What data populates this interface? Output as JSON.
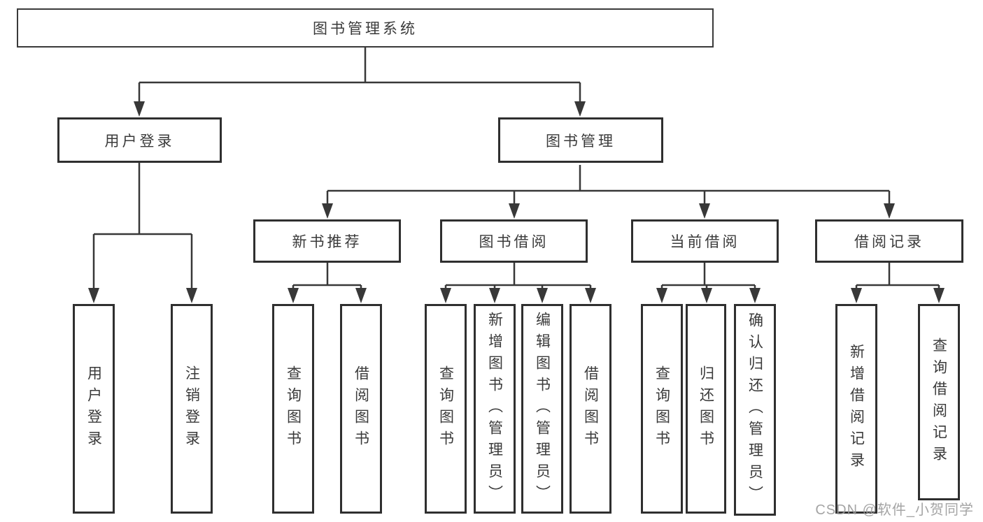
{
  "diagram": {
    "watermark": "CSDN @软件_小贺同学",
    "colors": {
      "line": "#383838",
      "box_border": "#2f2f2f",
      "text": "#3a3a3a",
      "watermark": "#9b9b9b",
      "background": "#ffffff"
    },
    "tree": {
      "root": {
        "label": "图书管理系统"
      },
      "children": [
        {
          "label": "用户登录",
          "children": [
            {
              "label": "用户登录"
            },
            {
              "label": "注销登录"
            }
          ]
        },
        {
          "label": "图书管理",
          "children": [
            {
              "label": "新书推荐",
              "children": [
                {
                  "label": "查询图书"
                },
                {
                  "label": "借阅图书"
                }
              ]
            },
            {
              "label": "图书借阅",
              "children": [
                {
                  "label": "查询图书"
                },
                {
                  "label": "新增图书（管理员）"
                },
                {
                  "label": "编辑图书（管理员）"
                },
                {
                  "label": "借阅图书"
                }
              ]
            },
            {
              "label": "当前借阅",
              "children": [
                {
                  "label": "查询图书"
                },
                {
                  "label": "归还图书"
                },
                {
                  "label": "确认归还（管理员）"
                }
              ]
            },
            {
              "label": "借阅记录",
              "children": [
                {
                  "label": "新增借阅记录"
                },
                {
                  "label": "查询借阅记录"
                }
              ]
            }
          ]
        }
      ]
    }
  }
}
